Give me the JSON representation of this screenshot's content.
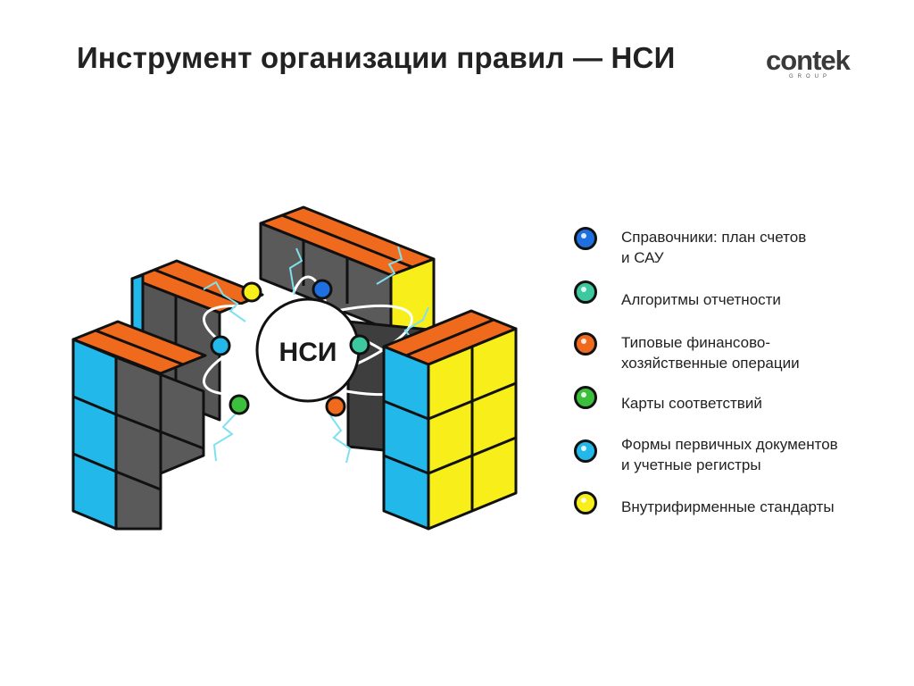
{
  "title": "Инструмент организации правил — НСИ",
  "logo": {
    "word": "contek",
    "sub": "GROUP"
  },
  "center_label": "НСИ",
  "legend": [
    {
      "text": "Справочники: план счетов\nи САУ",
      "color": "#1e6fe0"
    },
    {
      "text": "Алгоритмы отчетности",
      "color": "#3cc9a0"
    },
    {
      "text": "Типовые финансово-\nхозяйственные операции",
      "color": "#f06a1e"
    },
    {
      "text": "Карты соответствий",
      "color": "#3cbf3c"
    },
    {
      "text": "Формы первичных документов\nи учетные регистры",
      "color": "#22b8ea"
    },
    {
      "text": "Внутрифирменные стандарты",
      "color": "#f7ee1a"
    }
  ]
}
